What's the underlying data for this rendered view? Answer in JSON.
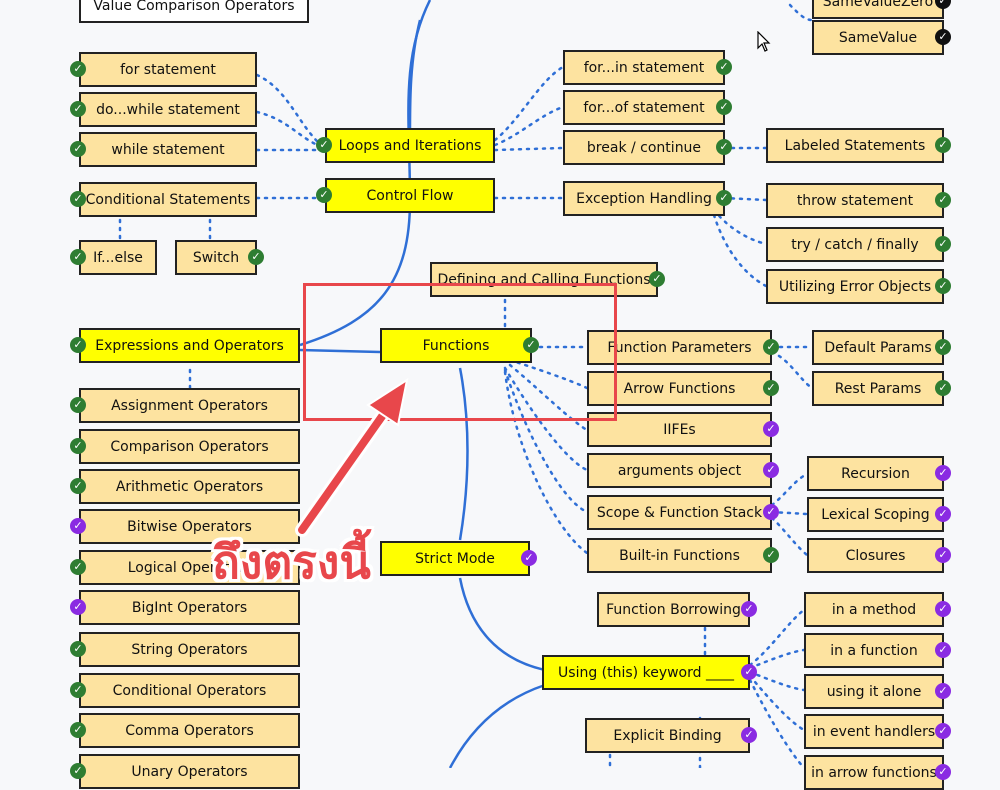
{
  "overlay": {
    "callout_text": "ถึงตรงนี้"
  },
  "nodes": [
    {
      "id": "vco",
      "label": "Value Comparison Operators",
      "style": "white",
      "icon": null
    },
    {
      "id": "svz",
      "label": "SameValueZero",
      "style": "normal",
      "icon": "black"
    },
    {
      "id": "sv",
      "label": "SameValue",
      "style": "normal",
      "icon": "black"
    },
    {
      "id": "for",
      "label": "for statement",
      "style": "normal",
      "icon": "green"
    },
    {
      "id": "dowhile",
      "label": "do...while statement",
      "style": "normal",
      "icon": "green"
    },
    {
      "id": "while",
      "label": "while statement",
      "style": "normal",
      "icon": "green"
    },
    {
      "id": "cond",
      "label": "Conditional Statements",
      "style": "normal",
      "icon": "green"
    },
    {
      "id": "ifelse",
      "label": "If...else",
      "style": "normal",
      "icon": "green"
    },
    {
      "id": "switch",
      "label": "Switch",
      "style": "normal",
      "icon": "green"
    },
    {
      "id": "loops",
      "label": "Loops and Iterations",
      "style": "yellow",
      "icon": "green"
    },
    {
      "id": "control",
      "label": "Control Flow",
      "style": "yellow",
      "icon": "green"
    },
    {
      "id": "forin",
      "label": "for...in statement",
      "style": "normal",
      "icon": "green"
    },
    {
      "id": "forof",
      "label": "for...of statement",
      "style": "normal",
      "icon": "green"
    },
    {
      "id": "break",
      "label": "break / continue",
      "style": "normal",
      "icon": "green"
    },
    {
      "id": "labeled",
      "label": "Labeled Statements",
      "style": "normal",
      "icon": "green"
    },
    {
      "id": "exception",
      "label": "Exception Handling",
      "style": "normal",
      "icon": "green"
    },
    {
      "id": "throw",
      "label": "throw statement",
      "style": "normal",
      "icon": "green"
    },
    {
      "id": "trycatch",
      "label": "try / catch / finally",
      "style": "normal",
      "icon": "green"
    },
    {
      "id": "errobj",
      "label": "Utilizing Error Objects",
      "style": "normal",
      "icon": "green"
    },
    {
      "id": "defcall",
      "label": "Defining and Calling Functions",
      "style": "normal",
      "icon": "green"
    },
    {
      "id": "expr",
      "label": "Expressions and Operators",
      "style": "yellow",
      "icon": "green"
    },
    {
      "id": "functions",
      "label": "Functions",
      "style": "yellow",
      "icon": "green"
    },
    {
      "id": "fparams",
      "label": "Function Parameters",
      "style": "normal",
      "icon": "green"
    },
    {
      "id": "defparams",
      "label": "Default Params",
      "style": "normal",
      "icon": "green"
    },
    {
      "id": "restparams",
      "label": "Rest Params",
      "style": "normal",
      "icon": "green"
    },
    {
      "id": "arrow",
      "label": "Arrow Functions",
      "style": "normal",
      "icon": "green"
    },
    {
      "id": "iifes",
      "label": "IIFEs",
      "style": "normal",
      "icon": "purple"
    },
    {
      "id": "argsobj",
      "label": "arguments object",
      "style": "normal",
      "icon": "purple"
    },
    {
      "id": "recursion",
      "label": "Recursion",
      "style": "normal",
      "icon": "purple"
    },
    {
      "id": "scope",
      "label": "Scope & Function Stack",
      "style": "normal",
      "icon": "purple"
    },
    {
      "id": "lexical",
      "label": "Lexical Scoping",
      "style": "normal",
      "icon": "purple"
    },
    {
      "id": "builtin",
      "label": "Built-in Functions",
      "style": "normal",
      "icon": "green"
    },
    {
      "id": "closures",
      "label": "Closures",
      "style": "normal",
      "icon": "purple"
    },
    {
      "id": "assign",
      "label": "Assignment Operators",
      "style": "normal",
      "icon": "green"
    },
    {
      "id": "compare",
      "label": "Comparison Operators",
      "style": "normal",
      "icon": "green"
    },
    {
      "id": "arith",
      "label": "Arithmetic Operators",
      "style": "normal",
      "icon": "green"
    },
    {
      "id": "bitwise",
      "label": "Bitwise Operators",
      "style": "normal",
      "icon": "purple"
    },
    {
      "id": "logical",
      "label": "Logical Operators",
      "style": "normal",
      "icon": "green"
    },
    {
      "id": "strict",
      "label": "Strict Mode",
      "style": "yellow",
      "icon": "purple"
    },
    {
      "id": "bigint",
      "label": "BigInt Operators",
      "style": "normal",
      "icon": "purple"
    },
    {
      "id": "string",
      "label": "String Operators",
      "style": "normal",
      "icon": "green"
    },
    {
      "id": "condops",
      "label": "Conditional Operators",
      "style": "normal",
      "icon": "green"
    },
    {
      "id": "comma",
      "label": "Comma Operators",
      "style": "normal",
      "icon": "green"
    },
    {
      "id": "unary",
      "label": "Unary Operators",
      "style": "normal",
      "icon": "green"
    },
    {
      "id": "borrow",
      "label": "Function Borrowing",
      "style": "normal",
      "icon": "purple"
    },
    {
      "id": "this",
      "label": "Using (this) keyword ____",
      "style": "yellow",
      "icon": "purple"
    },
    {
      "id": "inmethod",
      "label": "in a method",
      "style": "normal",
      "icon": "purple"
    },
    {
      "id": "infunc",
      "label": "in a function",
      "style": "normal",
      "icon": "purple"
    },
    {
      "id": "alone",
      "label": "using it alone",
      "style": "normal",
      "icon": "purple"
    },
    {
      "id": "events",
      "label": "in event handlers",
      "style": "normal",
      "icon": "purple"
    },
    {
      "id": "arrowfn",
      "label": "in arrow functions",
      "style": "normal",
      "icon": "purple"
    },
    {
      "id": "explicit",
      "label": "Explicit Binding",
      "style": "normal",
      "icon": "purple"
    }
  ]
}
